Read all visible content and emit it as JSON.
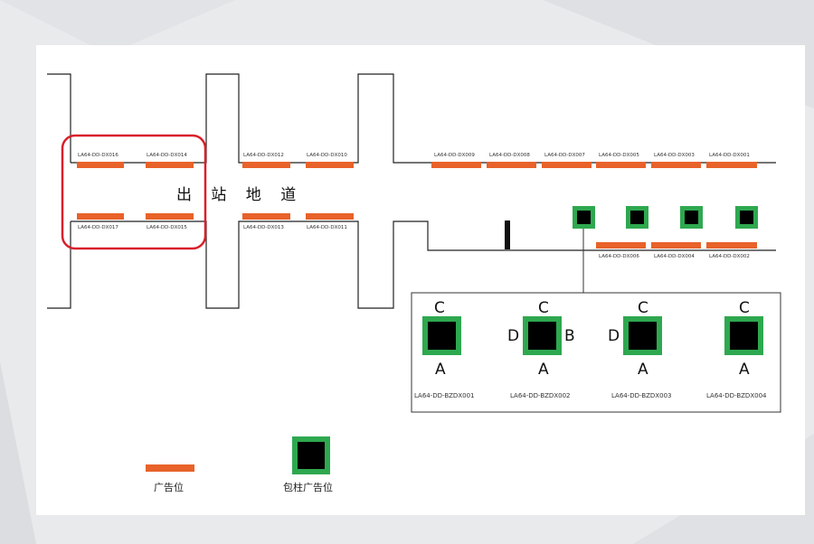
{
  "title": "出 站 地 道",
  "orange_color": "#e8622a",
  "green_color": "#2ea84f",
  "highlight_color": "#d9202a",
  "ad_labels": {
    "dx016": "LA64-DD-DX016",
    "dx014": "LA64-DD-DX014",
    "dx017": "LA64-DD-DX017",
    "dx015": "LA64-DD-DX015",
    "dx012": "LA64-DD-DX012",
    "dx010": "LA64-DD-DX010",
    "dx013": "LA64-DD-DX013",
    "dx011": "LA64-DD-DX011",
    "dx009": "LA64-DD-DX009",
    "dx008": "LA64-DD-DX008",
    "dx007": "LA64-DD-DX007",
    "dx005": "LA64-DD-DX005",
    "dx003": "LA64-DD-DX003",
    "dx001": "LA64-DD-DX001",
    "dx006": "LA64-DD-DX006",
    "dx004": "LA64-DD-DX004",
    "dx002": "LA64-DD-DX002"
  },
  "detail": {
    "items": [
      {
        "id": "LA64-DD-BZDX001",
        "top": "C",
        "bottom": "A",
        "left": "",
        "right": ""
      },
      {
        "id": "LA64-DD-BZDX002",
        "top": "C",
        "bottom": "A",
        "left": "D",
        "right": "B"
      },
      {
        "id": "LA64-DD-BZDX003",
        "top": "C",
        "bottom": "A",
        "left": "D",
        "right": ""
      },
      {
        "id": "LA64-DD-BZDX004",
        "top": "C",
        "bottom": "A",
        "left": "",
        "right": ""
      }
    ]
  },
  "legend": {
    "ad_slot": "广告位",
    "pillar_ad_slot": "包柱广告位"
  }
}
